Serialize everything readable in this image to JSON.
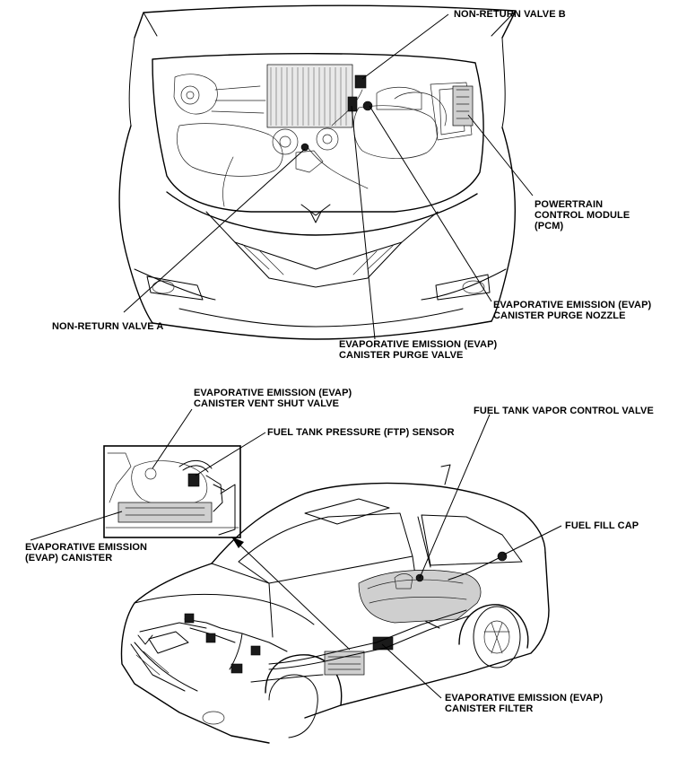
{
  "labels": {
    "non_return_valve_b": "NON-RETURN VALVE B",
    "pcm": [
      "POWERTRAIN",
      "CONTROL MODULE",
      "(PCM)"
    ],
    "evap_purge_nozzle": [
      "EVAPORATIVE EMISSION (EVAP)",
      "CANISTER PURGE NOZZLE"
    ],
    "non_return_valve_a": "NON-RETURN VALVE A",
    "evap_purge_valve": [
      "EVAPORATIVE EMISSION (EVAP)",
      "CANISTER PURGE VALVE"
    ],
    "evap_vent_shut_valve": [
      "EVAPORATIVE EMISSION (EVAP)",
      "CANISTER VENT SHUT VALVE"
    ],
    "ftp_sensor": "FUEL TANK PRESSURE (FTP) SENSOR",
    "fuel_tank_vapor_control_valve": "FUEL TANK VAPOR CONTROL VALVE",
    "fuel_fill_cap": "FUEL FILL CAP",
    "evap_canister": [
      "EVAPORATIVE EMISSION",
      "(EVAP) CANISTER"
    ],
    "evap_canister_filter": [
      "EVAPORATIVE EMISSION (EVAP)",
      "CANISTER FILTER"
    ]
  }
}
